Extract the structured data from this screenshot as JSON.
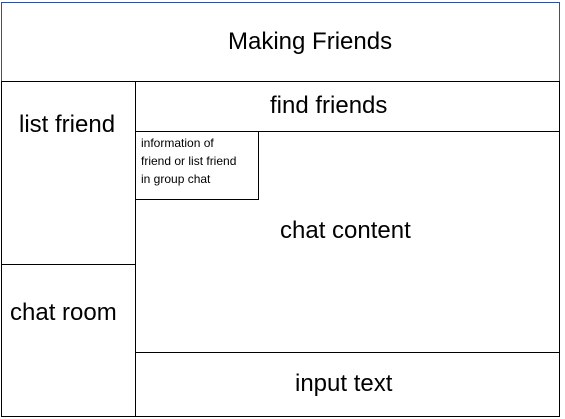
{
  "header": {
    "title": "Making Friends"
  },
  "sidebar": {
    "list_friend": "list friend",
    "chat_room": "chat room"
  },
  "main": {
    "find_friends": "find friends",
    "info": "information of\nfriend or list friend\nin group chat",
    "chat_content": "chat content",
    "input_text": "input text"
  },
  "colors": {
    "header_border": "#2f4f9f",
    "border": "#000000",
    "background": "#ffffff"
  }
}
